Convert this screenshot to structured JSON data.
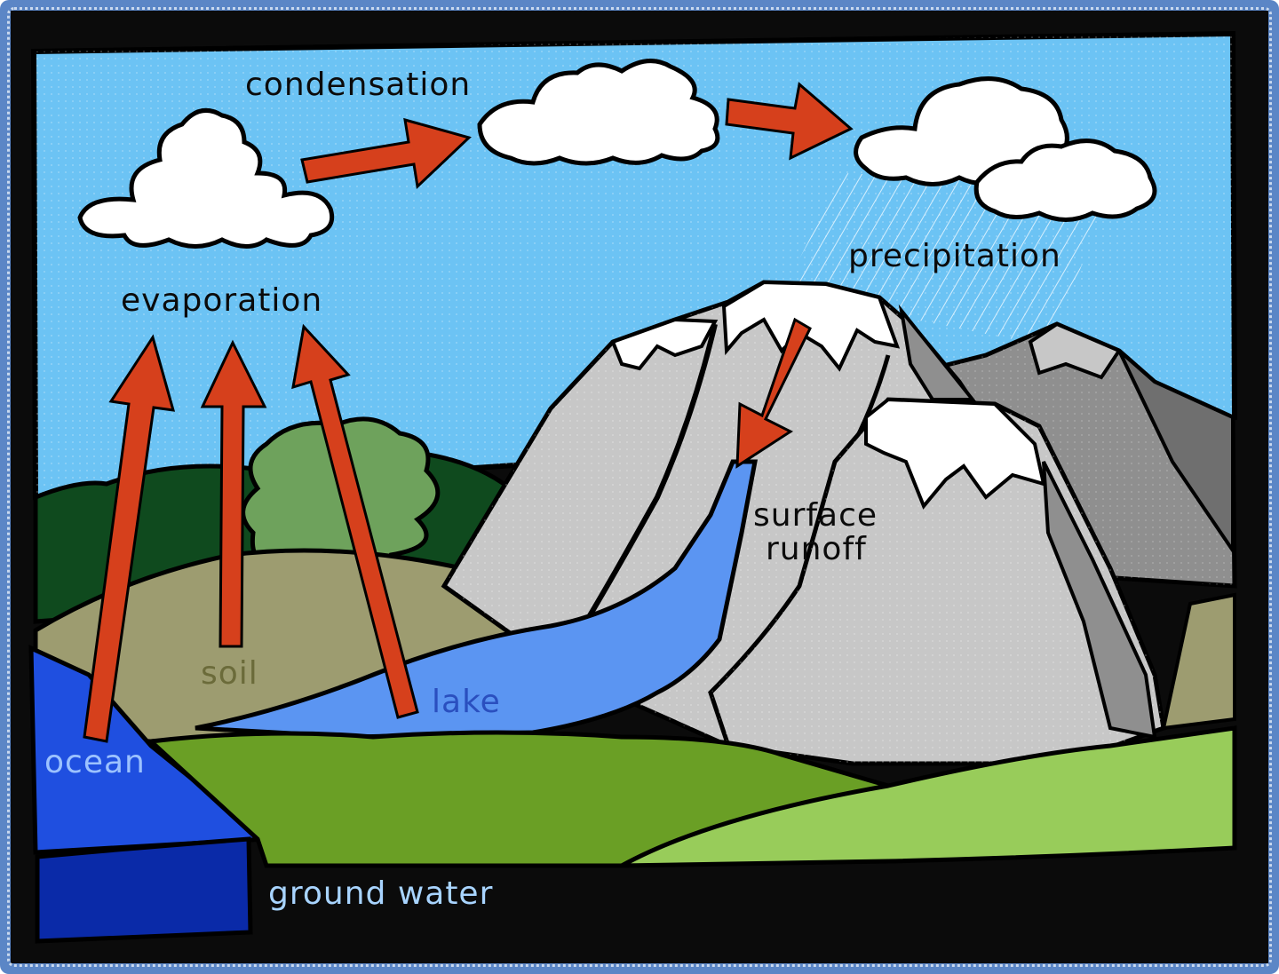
{
  "labels": {
    "condensation": "condensation",
    "evaporation": "evaporation",
    "precipitation": "precipitation",
    "surface_runoff_line1": "surface",
    "surface_runoff_line2": "runoff",
    "soil": "soil",
    "lake": "lake",
    "ocean": "ocean",
    "ground_water": "ground water"
  },
  "colors": {
    "sky": "#6cc3f4",
    "arrow": "#d6401c",
    "ocean": "#1f4fe0",
    "ground_water": "#0a2aa8",
    "lake": "#5b95f2",
    "soil": "#9d9c70",
    "mountain_light": "#c7c7c7",
    "mountain_dark": "#8f8f8f",
    "grass": "#6a9f25",
    "grass_light": "#98cc5a",
    "forest": "#0f4a1e",
    "tree": "#6ea25c",
    "frame": "#5b86c6"
  }
}
